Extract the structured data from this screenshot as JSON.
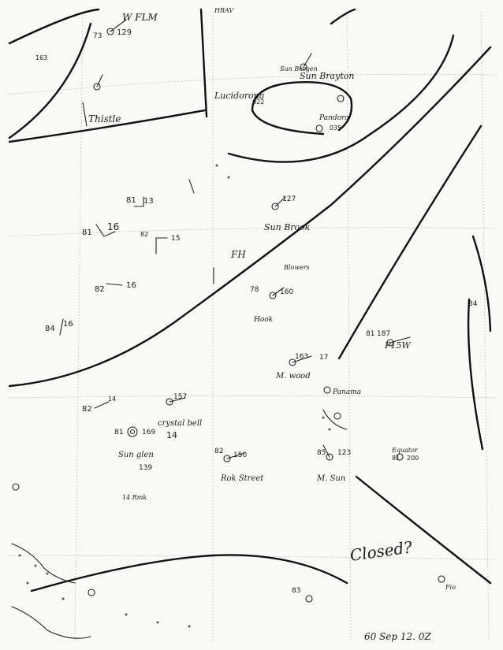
{
  "map": {
    "kind": "hand-analyzed weather chart",
    "handwriting_color": "#1a1a1a",
    "paper_color": "#f9f9f7",
    "grid_color": "#bdbdbd"
  },
  "header_labels": {
    "top_left": "W FLM",
    "top_center": "HRAV"
  },
  "station_labels": {
    "thistle": "Thistle",
    "sun_bergen": "Sun Bergen",
    "sun_brayton": "Sun Brayton",
    "lucidorona": "Lucidorona",
    "pandora": "Pandora",
    "sun_brook": "Sun Brook",
    "hook": "Hook",
    "mewood": "M. wood",
    "panama": "Panama",
    "crystal_bell": "crystal bell",
    "sun_glen": "Sun glen",
    "rock_street": "Rok Street",
    "m_sun": "M. Sun",
    "equator": "Equator",
    "fio": "Fio",
    "blowers": "Blowers",
    "vessel_14": "14 Rmk"
  },
  "pressure_values": {
    "p1": "129",
    "p2": "127",
    "p3": "160",
    "p4": "163",
    "p5": "157",
    "p6": "169",
    "p7": "150",
    "p8": "123",
    "p9": "200",
    "p10": "187",
    "p11": "139",
    "p12": "163",
    "p13": "022",
    "p14": "035"
  },
  "temperature_values": {
    "t1": "73",
    "t2": "81",
    "t3": "81",
    "t4": "82",
    "t5": "82",
    "t6": "84",
    "t7": "84",
    "t8": "82",
    "t9": "81",
    "t10": "82",
    "t11": "85",
    "t12": "81",
    "t13": "83",
    "t14": "78"
  },
  "wind_values": {
    "w13": "13",
    "w16": "16",
    "w15": "15",
    "w16b": "16",
    "w16c": "16",
    "w14": "14",
    "w17": "17",
    "w14b": "14"
  },
  "annotations": {
    "fh": "FH",
    "closed": "Closed?",
    "date_stamp": "60 Sep 12. 0Z",
    "p15w": "P15W",
    "high_mark": "81"
  }
}
